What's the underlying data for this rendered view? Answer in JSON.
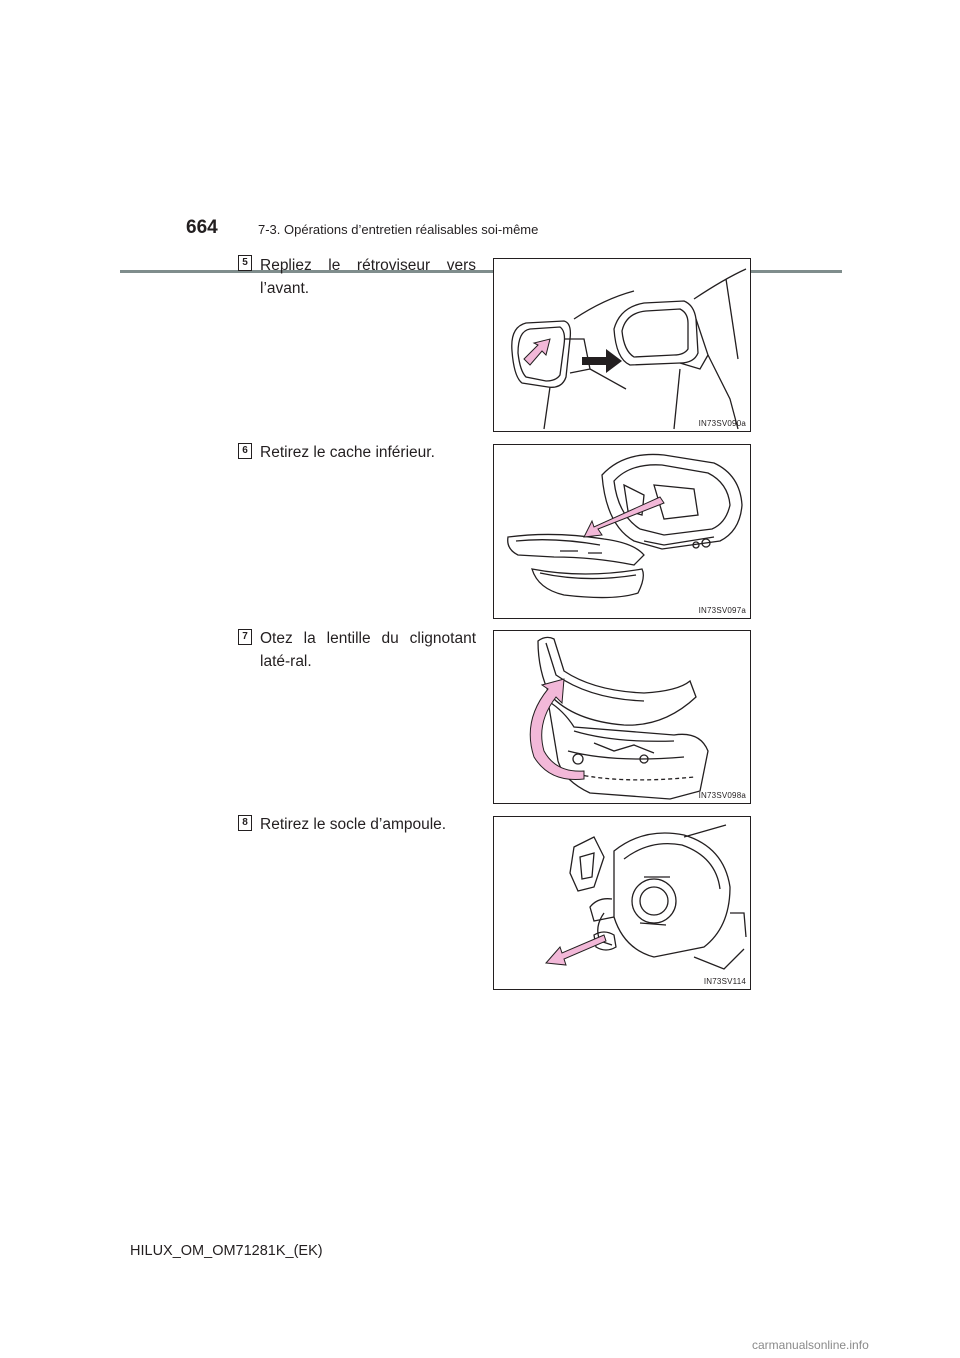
{
  "header": {
    "page_number": "664",
    "section_title": "7-3. Opérations d’entretien réalisables soi-même"
  },
  "steps": [
    {
      "number": "5",
      "text": "Repliez le rétroviseur vers l’avant.",
      "figure_code": "IN73SV090a"
    },
    {
      "number": "6",
      "text": "Retirez le cache inférieur.",
      "figure_code": "IN73SV097a"
    },
    {
      "number": "7",
      "text": "Otez la lentille du clignotant laté-ral.",
      "figure_code": "IN73SV098a"
    },
    {
      "number": "8",
      "text": "Retirez le socle d’ampoule.",
      "figure_code": "IN73SV114"
    }
  ],
  "footer": {
    "doc_id": "HILUX_OM_OM71281K_(EK)"
  },
  "watermark": "carmanualsonline.info",
  "colors": {
    "rule": "#7f8d8c",
    "arrow_pink": "#f2b8d8",
    "ink": "#231f20"
  }
}
